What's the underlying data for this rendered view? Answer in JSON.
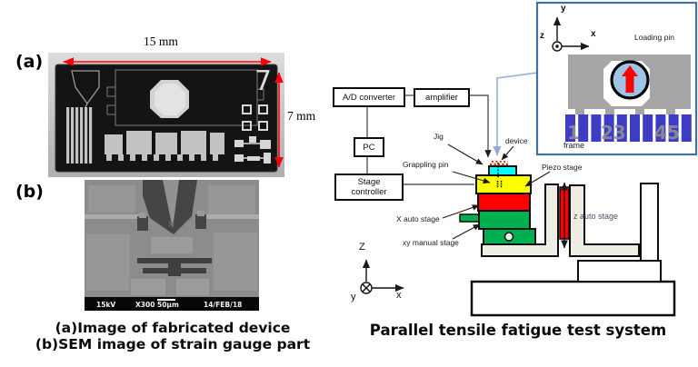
{
  "figure": {
    "panel_a": {
      "label": "(a)",
      "width_dim": "15 mm",
      "height_dim": "7 mm",
      "chip_marking": "7"
    },
    "panel_b": {
      "label": "(b)",
      "sem_info": {
        "voltage": "15kV",
        "magnification": "X300",
        "scale": "50μm",
        "date": "14/FEB/18"
      }
    },
    "captions": {
      "line1": "(a)Image of fabricated device",
      "line2": "(b)SEM image of strain gauge part"
    },
    "title": "Parallel  tensile  fatigue  test  system"
  },
  "block_diagram": {
    "ad_converter": "A/D converter",
    "amplifier": "amplifier",
    "pc": "PC",
    "stage_controller_line1": "Stage",
    "stage_controller_line2": "controller"
  },
  "stage_labels": {
    "jig": "Jig",
    "device": "device",
    "grappling_pin": "Grappling pin",
    "piezo_stage": "Piezo stage",
    "x_auto_stage": "X auto stage",
    "xy_manual_stage": "xy manual stage",
    "z_auto_stage": "z auto stage"
  },
  "main_axes": {
    "up": "Z",
    "right": "x",
    "into_page": "y"
  },
  "inset": {
    "axes": {
      "up": "y",
      "right": "x",
      "out_of_page": "z"
    },
    "loading_pin": "Loading pin",
    "frame": "frame",
    "frame_numbers": [
      "1",
      "23",
      "45"
    ]
  },
  "colors": {
    "piezo_stage": "#FFFF00",
    "x_auto_stage": "#FF0000",
    "xy_manual_stage": "#00B050",
    "device": "#00FFFF",
    "z_auto_stage_bar": "#FF0000",
    "inset_border": "#41719C",
    "inset_frame_blue": "#3D3DC4",
    "loading_pin_fill": "#9DC3E6",
    "dimension_arrows": "#FF0000"
  }
}
